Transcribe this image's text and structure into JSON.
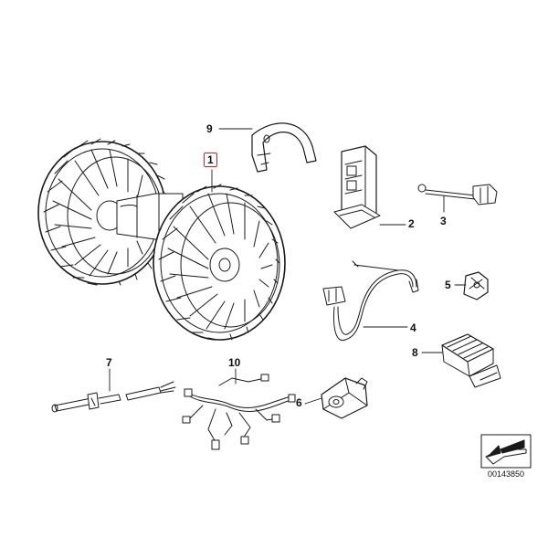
{
  "callouts": [
    {
      "id": "c1",
      "label": "1",
      "highlighted": true
    },
    {
      "id": "c2",
      "label": "2"
    },
    {
      "id": "c3",
      "label": "3"
    },
    {
      "id": "c4",
      "label": "4"
    },
    {
      "id": "c5",
      "label": "5"
    },
    {
      "id": "c6",
      "label": "6"
    },
    {
      "id": "c7",
      "label": "7"
    },
    {
      "id": "c8",
      "label": "8"
    },
    {
      "id": "c9",
      "label": "9"
    },
    {
      "id": "c10",
      "label": "10"
    }
  ],
  "diagram_number": "00143850",
  "colors": {
    "line": "#1a1a1a",
    "highlight": "#e02020",
    "background": "#ffffff"
  },
  "icons": [
    "blower-motor-icon",
    "clamp-icon",
    "resistor-icon",
    "harness-icon",
    "arrow-logo-icon"
  ]
}
